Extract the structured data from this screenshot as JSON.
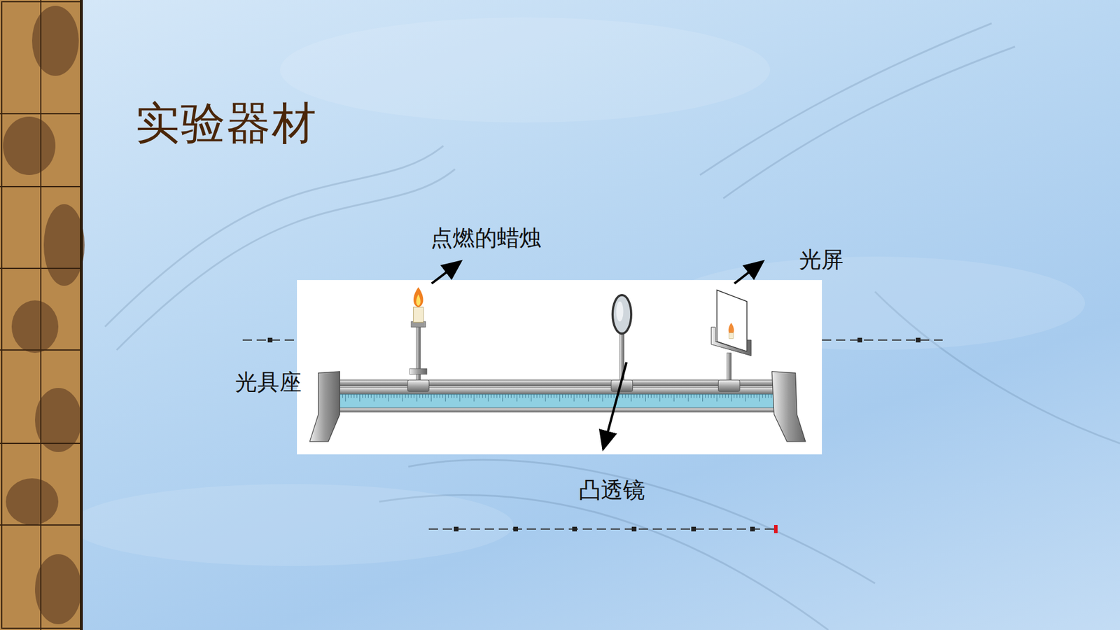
{
  "diagram": {
    "title": "实验器材",
    "labels": [
      "点燃的蜡烛",
      "光屏",
      "光具座",
      "凸透镜"
    ]
  }
}
